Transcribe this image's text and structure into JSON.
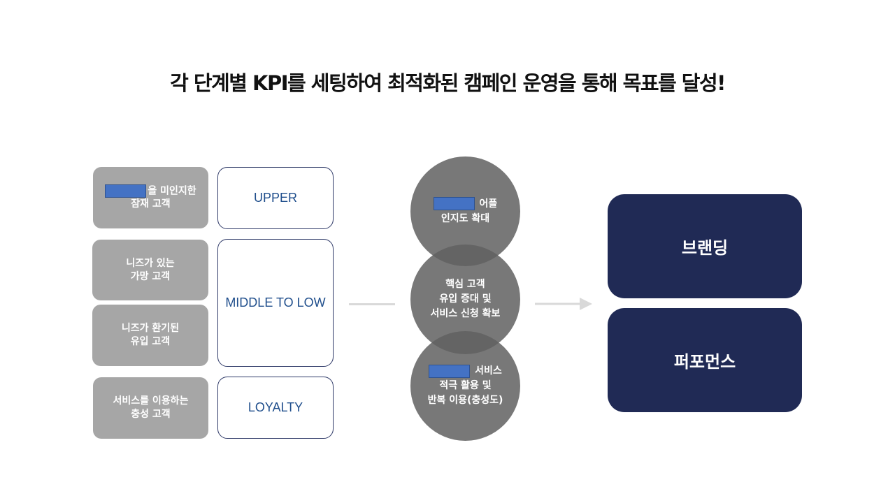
{
  "title": "각 단계별 KPI를 세팅하여 최적화된 캠페인 운영을 통해 목표를 달성!",
  "segments": [
    {
      "line1_suffix": "을 미인지한",
      "line2": "잠재 고객",
      "redacted": true
    },
    {
      "line1": "니즈가 있는",
      "line2": "가망 고객"
    },
    {
      "line1": "니즈가 환기된",
      "line2": "유입 고객"
    },
    {
      "line1": "서비스를 이용하는",
      "line2": "충성 고객"
    }
  ],
  "stages": [
    {
      "label": "UPPER"
    },
    {
      "label": "MIDDLE TO LOW"
    },
    {
      "label": "LOYALTY"
    }
  ],
  "goals": [
    {
      "line1_suffix": " 어플",
      "line2": "인지도 확대",
      "redacted": true
    },
    {
      "line1": "핵심 고객",
      "line2": "유입 증대 및",
      "line3": "서비스 신청 확보"
    },
    {
      "line1_suffix": " 서비스",
      "line2": "적극 활용 및",
      "line3": "반복 이용(충성도)",
      "redacted": true
    }
  ],
  "outcomes": [
    {
      "label": "브랜딩"
    },
    {
      "label": "퍼포먼스"
    }
  ],
  "colors": {
    "navy": "#202a55",
    "stage_text": "#1f4e8c",
    "gray_box": "#a6a6a6",
    "circle": "#606060",
    "redaction": "#4472c4"
  }
}
